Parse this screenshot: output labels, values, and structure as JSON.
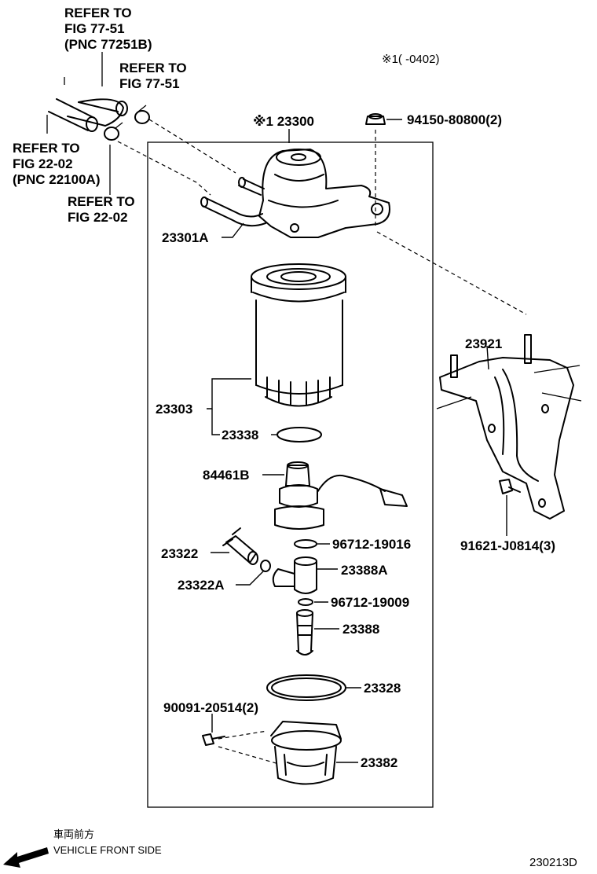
{
  "notes": {
    "note1": "※1(    -0402)",
    "front_jp": "車両前方",
    "front_en": "VEHICLE FRONT SIDE",
    "diagram_code": "230213D"
  },
  "refs": {
    "r1_l1": "REFER TO",
    "r1_l2": "FIG 77-51",
    "r1_l3": "(PNC 77251B)",
    "r2_l1": "REFER TO",
    "r2_l2": "FIG 77-51",
    "r3_l1": "REFER TO",
    "r3_l2": "FIG 22-02",
    "r3_l3": "(PNC 22100A)",
    "r4_l1": "REFER TO",
    "r4_l2": "FIG 22-02"
  },
  "parts": {
    "p23300": "※1 23300",
    "p94150": "94150-80800(2)",
    "p23301A": "23301A",
    "p23921": "23921",
    "p23303": "23303",
    "p23338": "23338",
    "p91621": "91621-J0814(3)",
    "p84461B": "84461B",
    "p23322": "23322",
    "p96712a": "96712-19016",
    "p23388A": "23388A",
    "p23322A": "23322A",
    "p96712b": "96712-19009",
    "p23388": "23388",
    "p23328": "23328",
    "p90091": "90091-20514(2)",
    "p23382": "23382"
  }
}
